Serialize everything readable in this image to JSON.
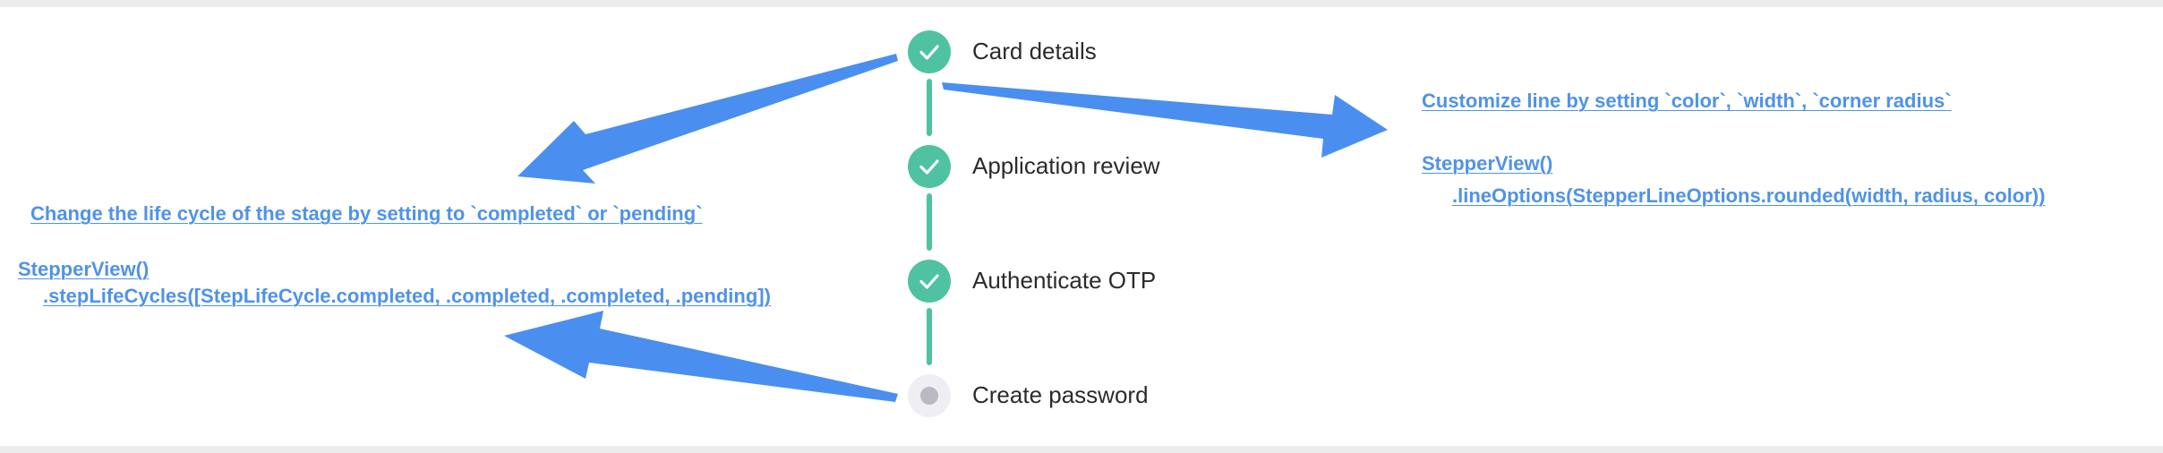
{
  "stepper": {
    "steps": [
      {
        "label": "Card details",
        "state": "completed"
      },
      {
        "label": "Application review",
        "state": "completed"
      },
      {
        "label": "Authenticate OTP",
        "state": "completed"
      },
      {
        "label": "Create password",
        "state": "pending"
      }
    ]
  },
  "annotations": {
    "left": {
      "title": "Change the life cycle of the stage by setting to `completed` or `pending`",
      "code_line_1": "StepperView()",
      "code_line_2": ".stepLifeCycles([StepLifeCycle.completed, .completed, .completed, .pending])"
    },
    "right": {
      "title": "Customize line by setting `color`, `width`, `corner radius`",
      "code_line_1": "StepperView()",
      "code_line_2": ".lineOptions(StepperLineOptions.rounded(width, radius, color))"
    }
  },
  "colors": {
    "completed": "#4fc3a1",
    "pending_dot": "#b9b9c4",
    "annotation_blue": "#4f93e8"
  }
}
